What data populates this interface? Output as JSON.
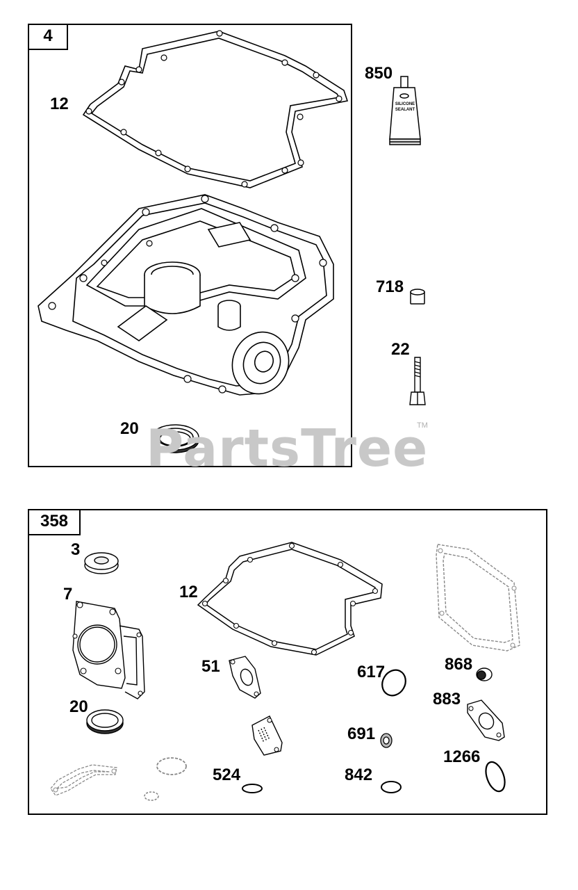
{
  "panels": [
    {
      "tag": "4"
    },
    {
      "tag": "358"
    }
  ],
  "panel_4": {
    "callouts": {
      "gasket": "12",
      "sealant": "850",
      "dowel": "718",
      "screw": "22",
      "seal": "20"
    },
    "sealant_label": "SILICONE SEALANT"
  },
  "panel_358": {
    "callouts": {
      "seal_small": "3",
      "head_gasket": "7",
      "gasket": "12",
      "gasket_51": "51",
      "ring_617": "617",
      "part_868": "868",
      "gasket_883": "883",
      "seal_20": "20",
      "washer_691": "691",
      "ring_524": "524",
      "ring_842": "842",
      "ring_1266": "1266"
    }
  },
  "watermark": {
    "text": "PartsTree",
    "trademark": "TM"
  }
}
